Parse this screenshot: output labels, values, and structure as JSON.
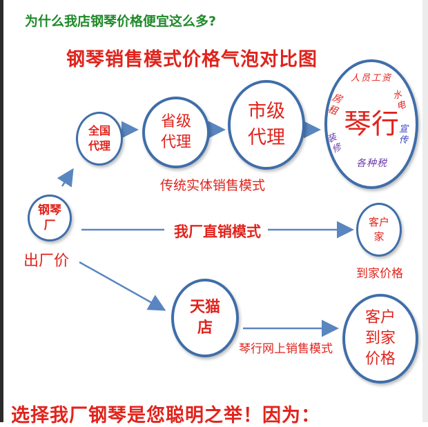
{
  "header": {
    "question": "为什么我店钢琴价格便宜这么多?",
    "title": "钢琴销售模式价格气泡对比图"
  },
  "nodes": {
    "factory": "钢琴厂",
    "factory_price": "出厂价",
    "national_agent": "全国代理",
    "provincial_agent": "省级代理",
    "city_agent": "市级代理",
    "piano_shop": "琴行",
    "customer_home_small": "客户家",
    "tmall_store": "天猫店",
    "customer_home_big": "客户到家价格"
  },
  "shop_costs": {
    "staff_wages": "人员工资",
    "rent": "房租",
    "utilities": "水电",
    "promotion": "宣传",
    "decoration": "装修",
    "taxes": "各种税"
  },
  "modes": {
    "traditional": "传统实体销售模式",
    "direct": "我厂直销模式",
    "direct_price": "到家价格",
    "online": "琴行网上销售模式"
  },
  "footer": {
    "slogan": "选择我厂钢琴是您聪明之举！因为："
  },
  "colors": {
    "accent_red": "#e0231c",
    "circle_border": "#3f6ea9",
    "arrow_blue": "#5a86c0",
    "question_green": "#1f8a2a"
  }
}
